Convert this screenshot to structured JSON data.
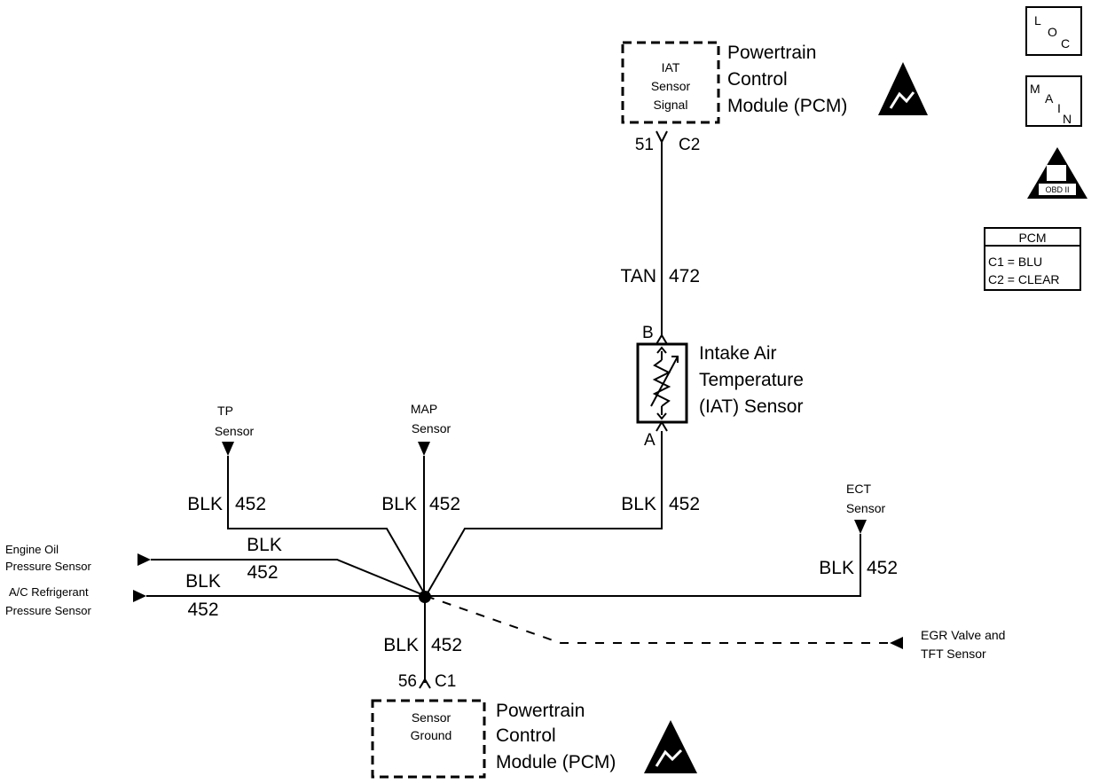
{
  "pcm_top": {
    "box_lines": [
      "IAT",
      "Sensor",
      "Signal"
    ],
    "title_lines": [
      "Powertrain",
      "Control",
      "Module (PCM)"
    ],
    "pin": "51",
    "connector": "C2"
  },
  "wire_tan": {
    "color": "TAN",
    "circuit": "472"
  },
  "iat_sensor": {
    "pin_b": "B",
    "pin_a": "A",
    "title_lines": [
      "Intake Air",
      "Temperature",
      "(IAT) Sensor"
    ]
  },
  "tp_sensor": {
    "label_lines": [
      "TP",
      "Sensor"
    ],
    "wire_color": "BLK",
    "circuit": "452"
  },
  "map_sensor": {
    "label_lines": [
      "MAP",
      "Sensor"
    ],
    "wire_color": "BLK",
    "circuit": "452"
  },
  "iat_ground_wire": {
    "color": "BLK",
    "circuit": "452"
  },
  "ect_sensor": {
    "label_lines": [
      "ECT",
      "Sensor"
    ],
    "wire_color": "BLK",
    "circuit": "452"
  },
  "oil_sensor": {
    "label_lines": [
      "Engine Oil",
      "Pressure Sensor"
    ],
    "wire_color": "BLK",
    "circuit": "452"
  },
  "ac_sensor": {
    "label_lines": [
      "A/C Refrigerant",
      "Pressure Sensor"
    ],
    "wire_color": "BLK",
    "circuit": "452"
  },
  "egr": {
    "label_lines": [
      "EGR Valve and",
      "TFT Sensor"
    ]
  },
  "ground_wire": {
    "color": "BLK",
    "circuit": "452",
    "pin": "56",
    "connector": "C1"
  },
  "pcm_bottom": {
    "box_lines": [
      "Sensor",
      "Ground"
    ],
    "title_lines": [
      "Powertrain",
      "Control",
      "Module (PCM)"
    ]
  },
  "legend": {
    "loc": [
      "L",
      "O",
      "C"
    ],
    "main": [
      "M",
      "A",
      "I",
      "N"
    ],
    "obd_label": "OBD II",
    "pcm_table": {
      "header": "PCM",
      "rows": [
        "C1 = BLU",
        "C2 = CLEAR"
      ]
    }
  }
}
